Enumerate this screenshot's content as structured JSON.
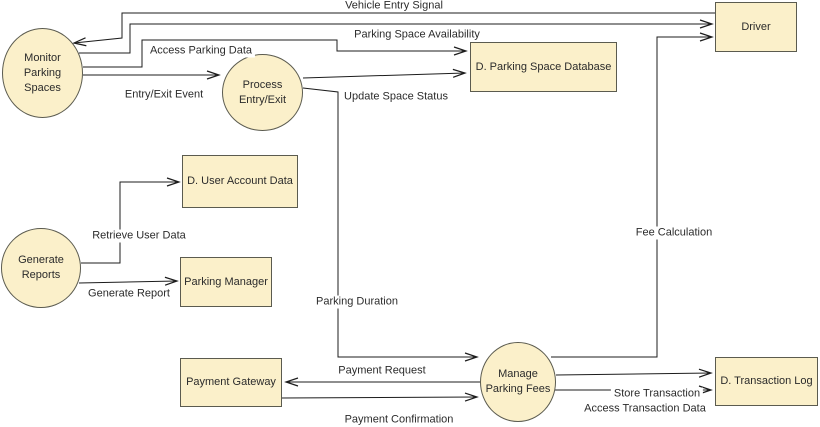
{
  "diagram_type": "data-flow-diagram",
  "colors": {
    "background": "#FFFFFF",
    "node_fill": "#FBF0CA",
    "node_border": "#5B5B4F",
    "connector": "#1C1C1C",
    "text": "#2B2B2B"
  },
  "nodes": {
    "monitor_parking_spaces": {
      "type": "process",
      "lines": [
        "Monitor",
        "Parking",
        "Spaces"
      ]
    },
    "process_entry_exit": {
      "type": "process",
      "lines": [
        "Process",
        "Entry/Exit"
      ]
    },
    "generate_reports": {
      "type": "process",
      "lines": [
        "Generate",
        "Reports"
      ]
    },
    "manage_parking_fees": {
      "type": "process",
      "lines": [
        "Manage",
        "Parking Fees"
      ]
    },
    "driver": {
      "type": "external-entity",
      "label": "Driver"
    },
    "parking_space_database": {
      "type": "data-store",
      "label": "D. Parking Space Database"
    },
    "user_account_data": {
      "type": "data-store",
      "label": "D. User Account Data"
    },
    "parking_manager": {
      "type": "external-entity",
      "label": "Parking Manager"
    },
    "payment_gateway": {
      "type": "external-entity",
      "label": "Payment Gateway"
    },
    "transaction_log": {
      "type": "data-store",
      "label": "D. Transaction Log"
    }
  },
  "flows": {
    "vehicle_entry_signal": {
      "label": "Vehicle Entry Signal",
      "from": "Driver",
      "to": "Monitor Parking Spaces"
    },
    "parking_space_availability": {
      "label": "Parking Space Availability",
      "from": "Monitor Parking Spaces",
      "to": "Driver"
    },
    "access_parking_data": {
      "label": "Access Parking Data",
      "from": "Monitor Parking Spaces",
      "to": "D. Parking Space Database"
    },
    "entry_exit_event": {
      "label": "Entry/Exit Event",
      "from": "Monitor Parking Spaces",
      "to": "Process Entry/Exit"
    },
    "update_space_status": {
      "label": "Update Space Status",
      "from": "Process Entry/Exit",
      "to": "D. Parking Space Database"
    },
    "parking_duration": {
      "label": "Parking Duration",
      "from": "Process Entry/Exit",
      "to": "Manage Parking Fees"
    },
    "fee_calculation": {
      "label": "Fee Calculation",
      "from": "Manage Parking Fees",
      "to": "Driver"
    },
    "payment_request": {
      "label": "Payment Request",
      "from": "Manage Parking Fees",
      "to": "Payment Gateway"
    },
    "payment_confirmation": {
      "label": "Payment Confirmation",
      "from": "Payment Gateway",
      "to": "Manage Parking Fees"
    },
    "store_transaction": {
      "label": "Store Transaction",
      "from": "Manage Parking Fees",
      "to": "D. Transaction Log"
    },
    "access_transaction_data": {
      "label": "Access Transaction Data",
      "from": "Manage Parking Fees",
      "to": "D. Transaction Log"
    },
    "retrieve_user_data": {
      "label": "Retrieve User Data",
      "from": "Generate Reports",
      "to": "D. User Account Data"
    },
    "generate_report": {
      "label": "Generate Report",
      "from": "Generate Reports",
      "to": "Parking Manager"
    }
  }
}
